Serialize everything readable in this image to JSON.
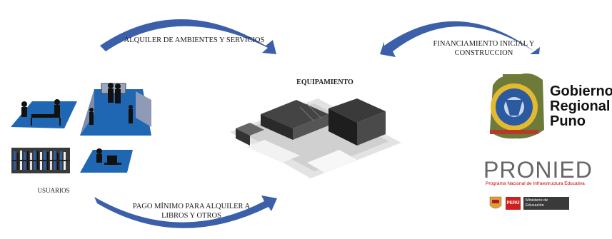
{
  "flows": {
    "top_left": "ALQUILER DE AMBIENTES Y SERVICIOS",
    "top_right": "FINANCIAMIENTO INICIAL Y CONSTRUCCION",
    "bottom": "PAGO MÍNIMO PARA ALQUILER A LIBROS Y OTROS"
  },
  "nodes": {
    "center": "EQUIPAMIENTO",
    "left": "USUARIOS"
  },
  "logos": {
    "gobierno": [
      "Gobierno",
      "Regional",
      "Puno"
    ],
    "pronied_word": "PRONIED",
    "pronied_subtitle": "Programa Nacional de Infraestructura Educativa",
    "peru": "PERÚ",
    "ministerio": "Ministerio de Educación"
  },
  "colors": {
    "arrow_blue": "#3b5fa8",
    "tile_blue": "#1f67b3",
    "pronied_red": "#c00000"
  },
  "icons": [
    "office-meeting-icon",
    "presentation-room-icon",
    "library-bookshelf-icon",
    "computer-user-icon",
    "building-model-icon",
    "gobierno-regional-emblem-icon",
    "peru-shield-icon"
  ]
}
